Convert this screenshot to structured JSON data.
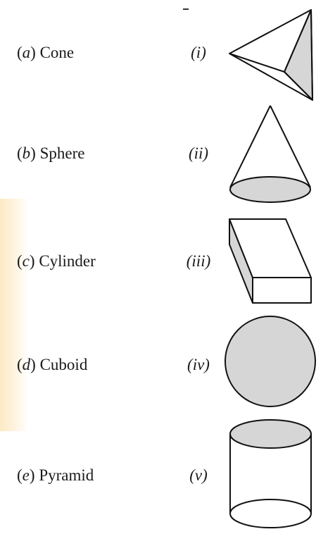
{
  "left_items": [
    {
      "letter": "a",
      "name": "Cone"
    },
    {
      "letter": "b",
      "name": "Sphere"
    },
    {
      "letter": "c",
      "name": "Cylinder"
    },
    {
      "letter": "d",
      "name": "Cuboid"
    },
    {
      "letter": "e",
      "name": "Pyramid"
    }
  ],
  "right_items": [
    {
      "numeral": "(i)",
      "shape_icon": "pyramid-icon"
    },
    {
      "numeral": "(ii)",
      "shape_icon": "cone-icon"
    },
    {
      "numeral": "(iii)",
      "shape_icon": "cuboid-icon"
    },
    {
      "numeral": "(iv)",
      "shape_icon": "sphere-icon"
    },
    {
      "numeral": "(v)",
      "shape_icon": "cylinder-icon"
    }
  ],
  "colors": {
    "shade": "#d6d6d6",
    "stroke": "#111111",
    "left_tint": "#fde9c4"
  }
}
